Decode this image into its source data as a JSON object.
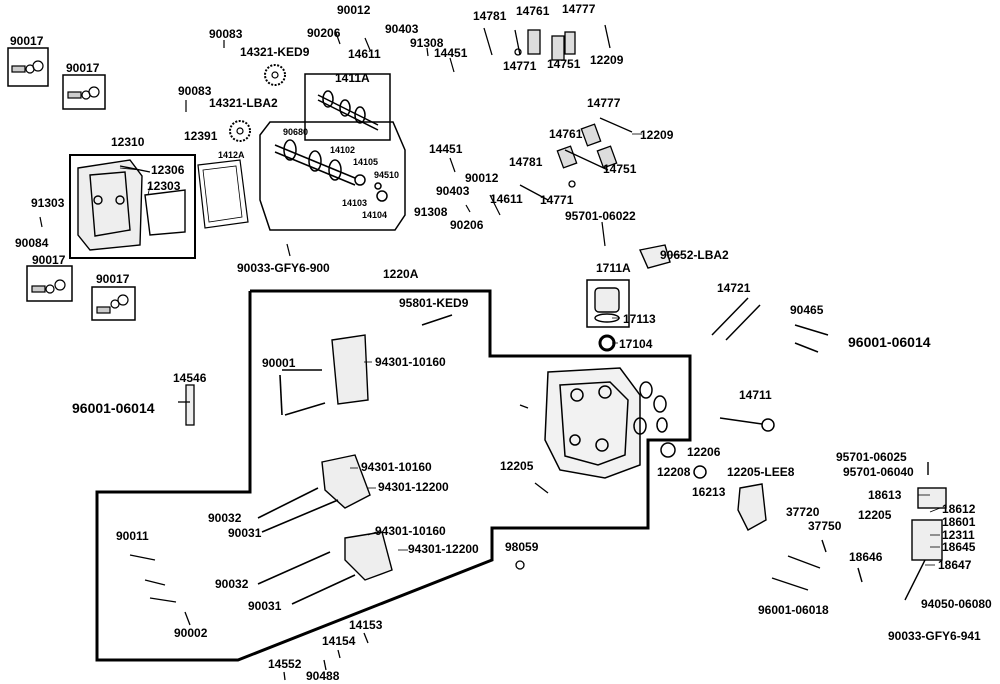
{
  "labels": {
    "p90017_a": "90017",
    "p90017_b": "90017",
    "p90017_c": "90017",
    "p90017_d": "90017",
    "p90083_a": "90083",
    "p90083_b": "90083",
    "p90012_a": "90012",
    "p90206_a": "90206",
    "p90403_a": "90403",
    "p14611_a": "14611",
    "p14321_ked9": "14321-KED9",
    "p91308_a": "91308",
    "p14451_a": "14451",
    "p14781_a": "14781",
    "p14761_a": "14761",
    "p14777_a": "14777",
    "p14771_a": "14771",
    "p14751_a": "14751",
    "p12209_a": "12209",
    "p1411A": "1411A",
    "p14321_lba2": "14321-LBA2",
    "p12310": "12310",
    "p12391": "12391",
    "p1412A": "1412A",
    "p90680": "90680",
    "p14102": "14102",
    "p14105": "14105",
    "p94510": "94510",
    "p14103": "14103",
    "p14104": "14104",
    "p12306": "12306",
    "p12303": "12303",
    "p91303": "91303",
    "p90084": "90084",
    "p14451_b": "14451",
    "p90012_b": "90012",
    "p90403_b": "90403",
    "p14611_b": "14611",
    "p91308_b": "91308",
    "p90206_b": "90206",
    "p14781_b": "14781",
    "p14771_b": "14771",
    "p14761_b": "14761",
    "p14777_b": "14777",
    "p12209_b": "12209",
    "p14751_b": "14751",
    "p95701_06022": "95701-06022",
    "p90652_lba2": "90652-LBA2",
    "p1711A": "1711A",
    "p17113": "17113",
    "p17104": "17104",
    "p90033_gfy6_900": "90033-GFY6-900",
    "p1220A": "1220A",
    "p95801_ked9": "95801-KED9",
    "p90001": "90001",
    "p94301_10160_a": "94301-10160",
    "p14546": "14546",
    "p96001_06014_a": "96001-06014",
    "p14721": "14721",
    "p90465": "90465",
    "p96001_06014_b": "96001-06014",
    "p14711": "14711",
    "p12206": "12206",
    "p12205_a": "12205",
    "p12208": "12208",
    "p16213": "16213",
    "p12205_lee8": "12205-LEE8",
    "p94301_10160_b": "94301-10160",
    "p94301_12200_a": "94301-12200",
    "p90032_a": "90032",
    "p90031_a": "90031",
    "p94301_10160_c": "94301-10160",
    "p94301_12200_b": "94301-12200",
    "p90011": "90011",
    "p98059": "98059",
    "p90032_b": "90032",
    "p90031_b": "90031",
    "p90002": "90002",
    "p14153": "14153",
    "p14154": "14154",
    "p14552": "14552",
    "p90488": "90488",
    "p37720": "37720",
    "p37750": "37750",
    "p12205_b": "12205",
    "p18646": "18646",
    "p96001_06018": "96001-06018",
    "p95701_06025": "95701-06025",
    "p95701_06040": "95701-06040",
    "p18613": "18613",
    "p18612": "18612",
    "p18601": "18601",
    "p12311": "12311",
    "p18645": "18645",
    "p18647": "18647",
    "p94050_06080": "94050-06080",
    "p90033_gfy6_941": "90033-GFY6-941"
  }
}
